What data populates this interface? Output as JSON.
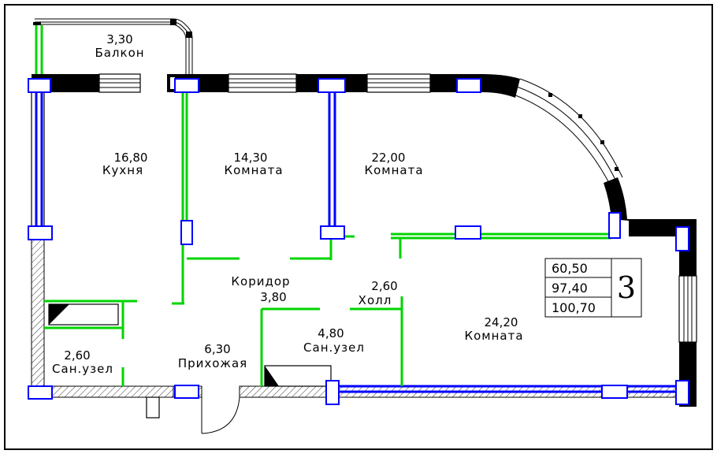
{
  "apartment_number": "3",
  "summary": {
    "row1": "60,50",
    "row2": "97,40",
    "row3": "100,70"
  },
  "rooms": {
    "balcony": {
      "area": "3,30",
      "name": "Балкон"
    },
    "kitchen": {
      "area": "16,80",
      "name": "Кухня"
    },
    "room1": {
      "area": "14,30",
      "name": "Комната"
    },
    "room2": {
      "area": "22,00",
      "name": "Комната"
    },
    "corridor": {
      "area": "3,80",
      "name": "Коридор"
    },
    "hall": {
      "area": "2,60",
      "name": "Холл"
    },
    "bath1": {
      "area": "4,80",
      "name": "Сан.узел"
    },
    "bath2": {
      "area": "2,60",
      "name": "Сан.узел"
    },
    "hallway": {
      "area": "6,30",
      "name": "Прихожая"
    },
    "room3": {
      "area": "24,20",
      "name": "Комната"
    }
  },
  "colors": {
    "partition": "#00d400",
    "load_bearing": "#0000ff",
    "outline": "#000000"
  }
}
